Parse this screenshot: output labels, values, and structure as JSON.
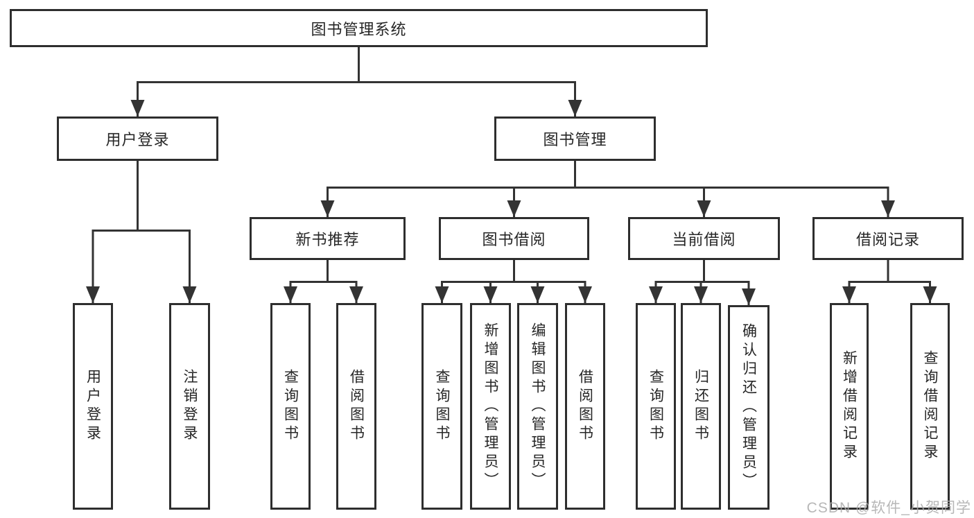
{
  "diagram": {
    "type": "hierarchy-flowchart",
    "title": "图书管理系统"
  },
  "colors": {
    "line": "#333333",
    "box_border": "#2e2e2e",
    "box_background": "#ffffff",
    "text": "#262626",
    "watermark": "#ababab"
  },
  "nodes": {
    "root": "图书管理系统",
    "level2": [
      "用户登录",
      "图书管理"
    ],
    "level3": [
      "新书推荐",
      "图书借阅",
      "当前借阅",
      "借阅记录"
    ],
    "leaves_user": [
      "用户登录",
      "注销登录"
    ],
    "leaves_recommend": [
      "查询图书",
      "借阅图书"
    ],
    "leaves_borrow": [
      "查询图书",
      "新增图书（管理员）",
      "编辑图书（管理员）",
      "借阅图书"
    ],
    "leaves_current": [
      "查询图书",
      "归还图书",
      "确认归还（管理员）"
    ],
    "leaves_record": [
      "新增借阅记录",
      "查询借阅记录"
    ]
  },
  "watermark": "CSDN @软件_小贺同学"
}
